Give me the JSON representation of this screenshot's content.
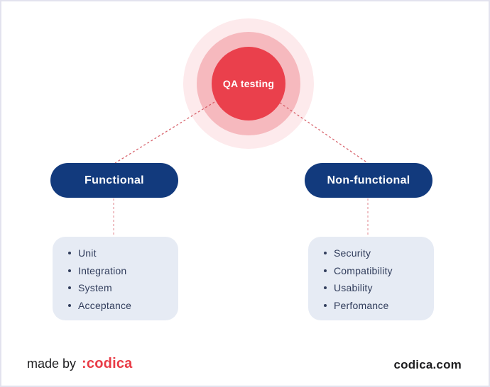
{
  "diagram": {
    "root_label": "QA testing",
    "branches": [
      {
        "label": "Functional",
        "items": [
          "Unit",
          "Integration",
          "System",
          "Acceptance"
        ]
      },
      {
        "label": "Non-functional",
        "items": [
          "Security",
          "Compatibility",
          "Usability",
          "Perfomance"
        ]
      }
    ]
  },
  "footer": {
    "made_by": "made by",
    "brand": ":codica",
    "site": "codica.com"
  },
  "colors": {
    "brand_red": "#ea404c",
    "ring_middle": "#f6b9be",
    "ring_outer": "#fdeaec",
    "navy": "#123a7d",
    "card_bg": "#e6ebf4",
    "connector": "#d95b63",
    "text_dark": "#313d5c"
  }
}
